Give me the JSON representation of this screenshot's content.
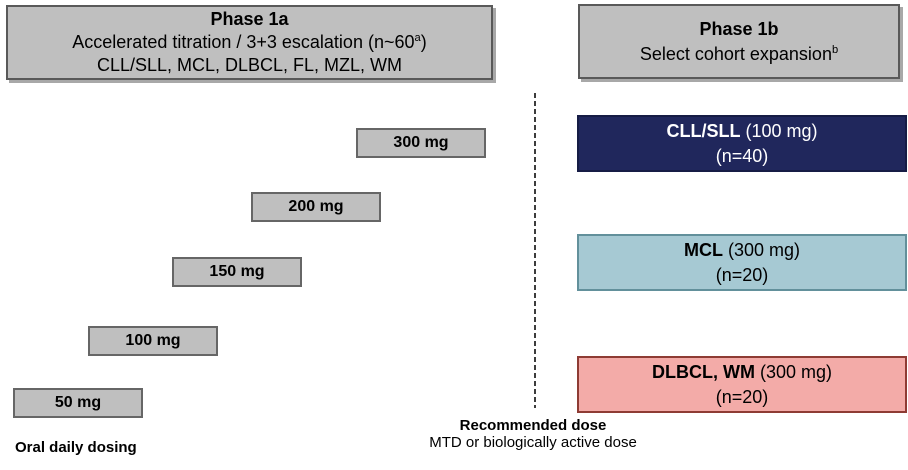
{
  "phase1a": {
    "title": "Phase 1a",
    "line2_pre": "Accelerated titration / 3+3 escalation (n~60",
    "line2_sup": "a",
    "line2_post": ")",
    "line3": "CLL/SLL, MCL, DLBCL, FL, MZL, WM",
    "box_color": "#BFBFBF"
  },
  "phase1b": {
    "title": "Phase 1b",
    "line2": "Select cohort expansion",
    "line2_sup": "b",
    "box_color": "#BFBFBF"
  },
  "dose_ladder": {
    "caption": "Oral daily dosing",
    "box_color": "#BFBFBF",
    "steps": [
      {
        "label": "50 mg"
      },
      {
        "label": "100 mg"
      },
      {
        "label": "150 mg"
      },
      {
        "label": "200 mg"
      },
      {
        "label": "300 mg"
      }
    ]
  },
  "cohorts": [
    {
      "diseases": "CLL/SLL",
      "dose": " (100 mg)",
      "n": "(n=40)",
      "bg": "#20275C",
      "border": "#161C45",
      "text_color": "#FFFFFF"
    },
    {
      "diseases": "MCL",
      "dose": " (300 mg)",
      "n": "(n=20)",
      "bg": "#A6C9D3",
      "border": "#62909B",
      "text_color": "#000000"
    },
    {
      "diseases": "DLBCL, WM",
      "dose": " (300 mg)",
      "n": "(n=20)",
      "bg": "#F3ABA8",
      "border": "#8E3B34",
      "text_color": "#000000"
    }
  ],
  "footer": {
    "title": "Recommended dose",
    "subtitle": "MTD or biologically active dose"
  }
}
